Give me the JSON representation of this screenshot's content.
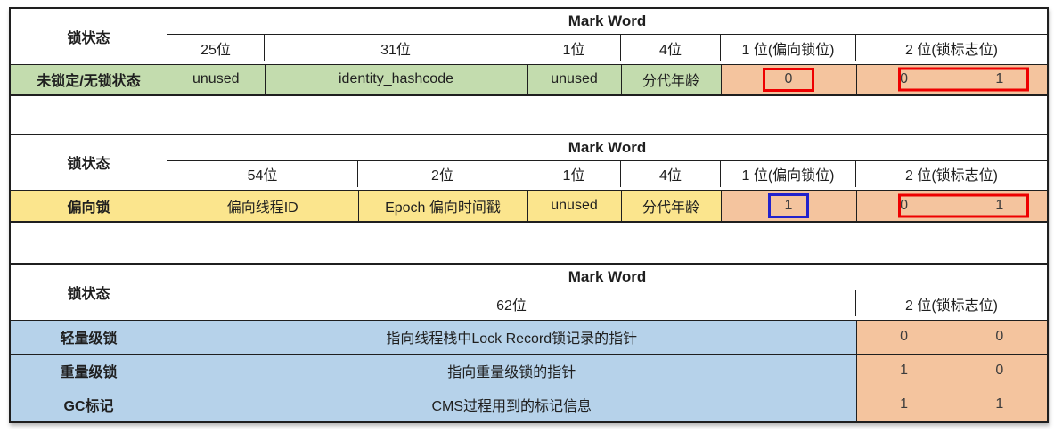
{
  "colors": {
    "unlocked_fill_green": "#c3dcae",
    "biased_fill_yellow": "#fbe58d",
    "pointer_fill_blue": "#b6d2ea",
    "flag_fill_orange": "#f4c49e",
    "highlight_red": "#ee0000",
    "highlight_blue": "#2222cc",
    "grid_line": "#1f1f1f"
  },
  "table1": {
    "state_header": "锁状态",
    "mark_word_header": "Mark Word",
    "bit_headers": [
      "25位",
      "31位",
      "1位",
      "4位",
      "1 位(偏向锁位)",
      "2 位(锁标志位)"
    ],
    "row": {
      "label": "未锁定/无锁状态",
      "fields": [
        "unused",
        "identity_hashcode",
        "unused",
        "分代年龄"
      ],
      "biased_lock_bit": "0",
      "lock_flag_bits": [
        "0",
        "1"
      ]
    }
  },
  "table2": {
    "state_header": "锁状态",
    "mark_word_header": "Mark Word",
    "bit_headers": [
      "54位",
      "2位",
      "1位",
      "4位",
      "1 位(偏向锁位)",
      "2 位(锁标志位)"
    ],
    "row": {
      "label": "偏向锁",
      "fields": [
        "偏向线程ID",
        "Epoch 偏向时间戳",
        "unused",
        "分代年龄"
      ],
      "biased_lock_bit": "1",
      "lock_flag_bits": [
        "0",
        "1"
      ]
    }
  },
  "table3": {
    "state_header": "锁状态",
    "mark_word_header": "Mark Word",
    "bit_headers": [
      "62位",
      "2 位(锁标志位)"
    ],
    "rows": [
      {
        "label": "轻量级锁",
        "description": "指向线程栈中Lock Record锁记录的指针",
        "lock_flag_bits": [
          "0",
          "0"
        ]
      },
      {
        "label": "重量级锁",
        "description": "指向重量级锁的指针",
        "lock_flag_bits": [
          "1",
          "0"
        ]
      },
      {
        "label": "GC标记",
        "description": "CMS过程用到的标记信息",
        "lock_flag_bits": [
          "1",
          "1"
        ]
      }
    ]
  }
}
